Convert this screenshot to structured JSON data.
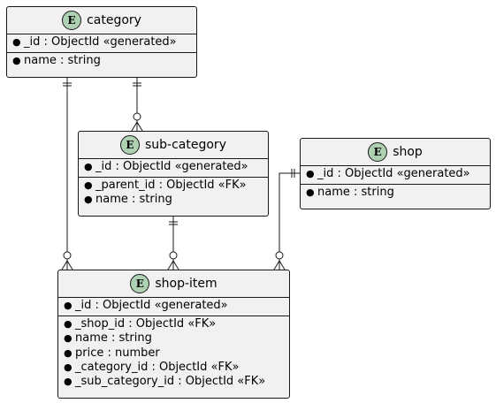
{
  "entities": {
    "category": {
      "name": "category",
      "badge": "E",
      "keys": [
        "_id : ObjectId «generated»"
      ],
      "attrs": [
        "name : string"
      ]
    },
    "sub_category": {
      "name": "sub-category",
      "badge": "E",
      "keys": [
        "_id : ObjectId «generated»"
      ],
      "attrs": [
        "_parent_id : ObjectId «FK»",
        "name : string"
      ]
    },
    "shop": {
      "name": "shop",
      "badge": "E",
      "keys": [
        "_id : ObjectId «generated»"
      ],
      "attrs": [
        "name : string"
      ]
    },
    "shop_item": {
      "name": "shop-item",
      "badge": "E",
      "keys": [
        "_id : ObjectId «generated»"
      ],
      "attrs": [
        "_shop_id : ObjectId «FK»",
        "name : string",
        "price : number",
        "_category_id : ObjectId «FK»",
        "_sub_category_id : ObjectId «FK»"
      ]
    }
  },
  "bullet": "●",
  "relations": [
    {
      "from": "category",
      "to": "shop-item",
      "from_cardinality": "exactly-one",
      "to_cardinality": "zero-or-many"
    },
    {
      "from": "category",
      "to": "sub-category",
      "from_cardinality": "exactly-one",
      "to_cardinality": "zero-or-many"
    },
    {
      "from": "sub-category",
      "to": "shop-item",
      "from_cardinality": "exactly-one",
      "to_cardinality": "zero-or-many"
    },
    {
      "from": "shop",
      "to": "shop-item",
      "from_cardinality": "exactly-one",
      "to_cardinality": "zero-or-many"
    }
  ],
  "colors": {
    "entity_fill": "#F1F1F1",
    "badge_fill": "#ADD1B2",
    "line": "#181818"
  }
}
